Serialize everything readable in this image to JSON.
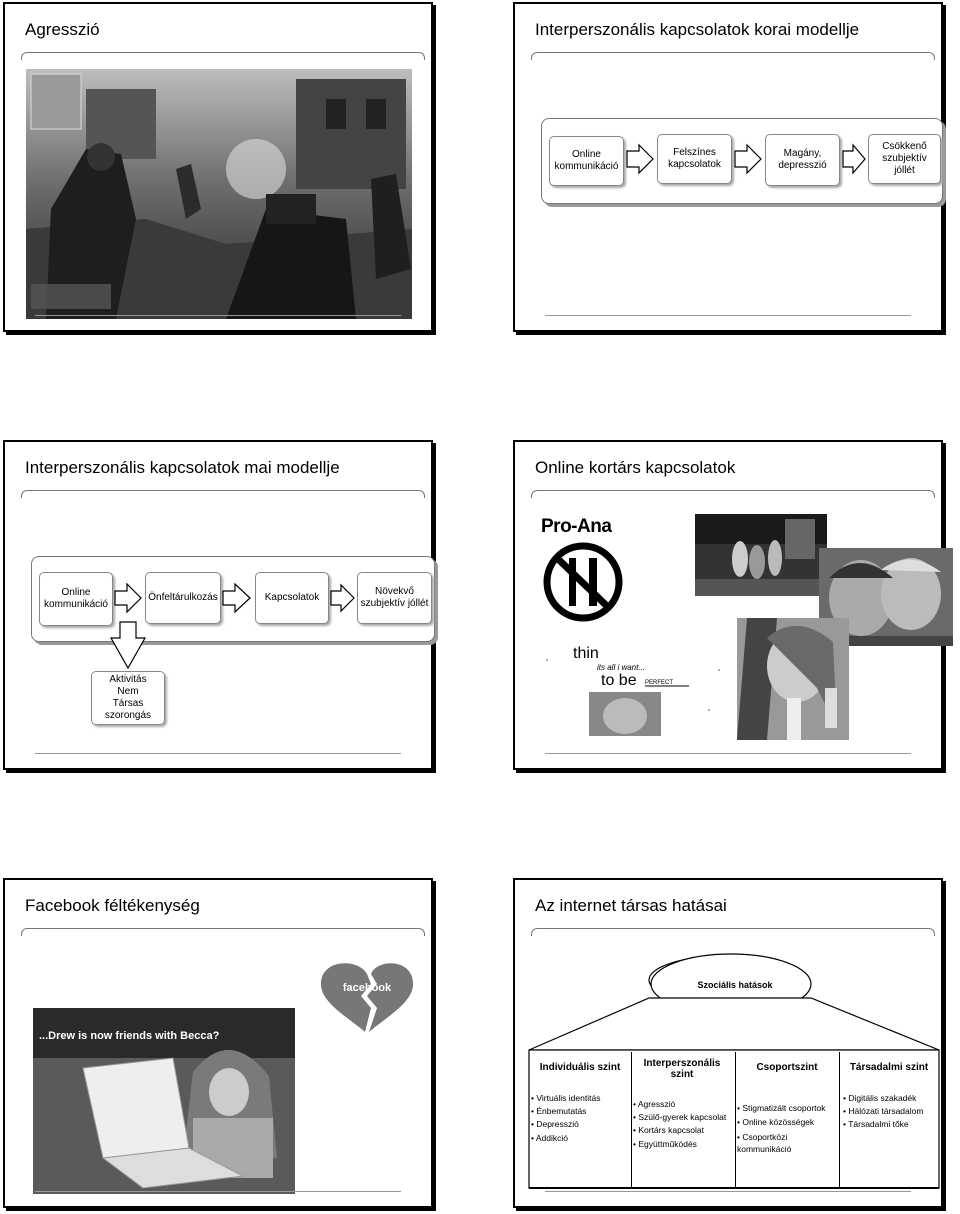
{
  "slides": {
    "s1": {
      "title": "Agresszió"
    },
    "s2": {
      "title": "Interperszonális kapcsolatok korai modellje",
      "boxes": [
        "Online\nkommunikáció",
        "Felszínes\nkapcsolatok",
        "Magány,\ndepresszió",
        "Csökkenő\nszubjektív jóllét"
      ]
    },
    "s3": {
      "title": "Interperszonális kapcsolatok mai modellje",
      "boxes": [
        "Online\nkommunikáció",
        "Önfeltárulkozás",
        "Kapcsolatok",
        "Növekvő\nszubjektív jóllét"
      ],
      "lower_box": "Aktivitás\nNem\nTársas\nszorongás"
    },
    "s4": {
      "title": "Online kortárs kapcsolatok",
      "pro_ana": "Pro-Ana",
      "thin_words": [
        "thin",
        "its all i want...",
        "to be",
        "PERFECT"
      ]
    },
    "s5": {
      "title": "Facebook féltékenység",
      "heart_text": "facebook",
      "caption": "...Drew is now friends with Becca?"
    },
    "s6": {
      "title": "Az internet társas hatásai",
      "center": "Szociális hatások",
      "columns": [
        {
          "head": "Individuális szint",
          "items": [
            "Virtuális identitás",
            "Énbemutatás",
            "Depresszió",
            "Addikció"
          ]
        },
        {
          "head": "Interperszonális szint",
          "items": [
            "Agresszió",
            "Szülő-gyerek kapcsolat",
            "Kortárs kapcsolat",
            "Együttműködés"
          ]
        },
        {
          "head": "Csoportszint",
          "items": [
            "Stigmatizált csoportok",
            "Online közösségek",
            "Csoportközi kommunikáció"
          ]
        },
        {
          "head": "Társadalmi szint",
          "items": [
            "Digitális szakadék",
            "Hálózati társadalom",
            "Társadalmi tőke"
          ]
        }
      ]
    }
  }
}
